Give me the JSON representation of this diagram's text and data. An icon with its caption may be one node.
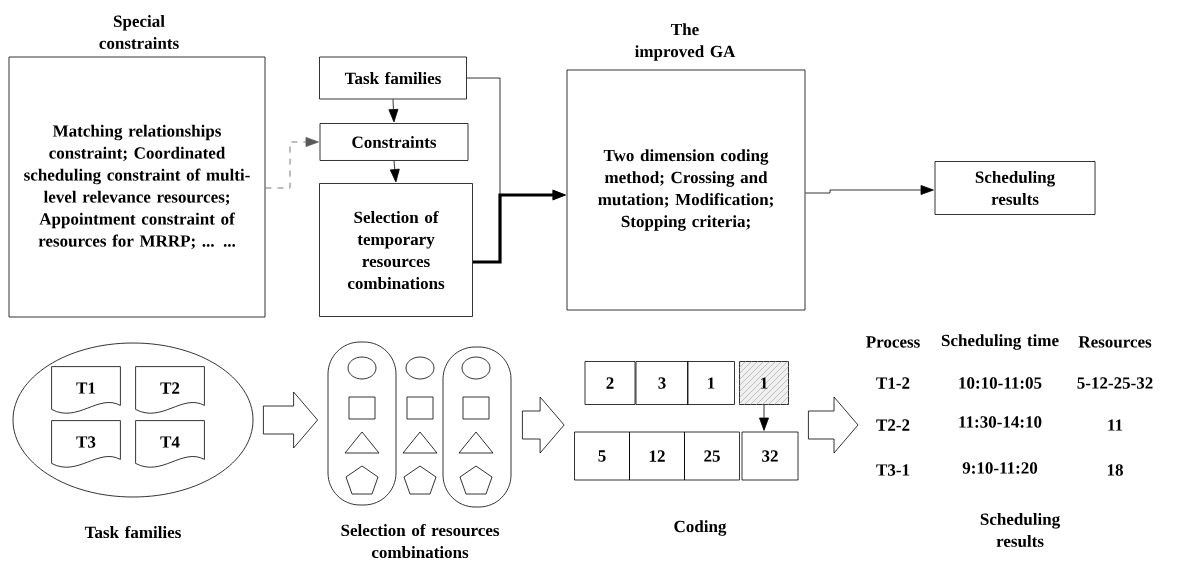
{
  "diagram": {
    "nodes": [
      {
        "text": [
          "Special constraints",
          "Matching relationships constraint; Coordinated scheduling constraint of multi-level relevance resources; Appointment constraint of resources for MRRP; ... ..."
        ]
      },
      {
        "text": [
          "Task families"
        ]
      },
      {
        "text": [
          "Constraints"
        ]
      },
      {
        "text": [
          "Selection of temporary resources combinations"
        ]
      },
      {
        "text": [
          "The improved GA",
          "Two dimension coding method; Crossing and mutation; Modification; Stopping criteria;"
        ]
      },
      {
        "text": [
          "Scheduling results"
        ]
      },
      {
        "text": [],
        "shape": "ellipse",
        "beside": [
          "Task families"
        ]
      },
      {
        "text": [
          "T1"
        ],
        "in": 6
      },
      {
        "text": [
          "T2"
        ],
        "in": 6
      },
      {
        "text": [
          "T3"
        ],
        "in": 6
      },
      {
        "text": [
          "T4"
        ],
        "in": 6
      },
      {
        "text": [],
        "shape": "picture",
        "beside": [
          "Selection of resources combinations"
        ]
      },
      {
        "text": [
          "2"
        ]
      },
      {
        "text": [
          "3"
        ]
      },
      {
        "text": [
          "1"
        ]
      },
      {
        "text": [
          "1"
        ]
      },
      {
        "text": [
          "5"
        ]
      },
      {
        "text": [
          "12"
        ]
      },
      {
        "text": [
          "25"
        ]
      },
      {
        "text": [
          "32"
        ]
      }
    ],
    "edges": [
      {
        "from": 0,
        "to": 2,
        "arrow": "to",
        "style": "dashed"
      },
      {
        "from": 1,
        "to": 2,
        "arrow": "to"
      },
      {
        "from": 2,
        "to": 3,
        "arrow": "to"
      },
      {
        "from": 1,
        "to": 4,
        "arrow": "to"
      },
      {
        "from": 3,
        "to": 4,
        "arrow": "to",
        "style": "thick"
      },
      {
        "from": 4,
        "to": 5,
        "arrow": "to"
      },
      {
        "from": 6,
        "to": 11,
        "arrow": "to"
      },
      {
        "from": 11,
        "to": 16,
        "arrow": "to"
      },
      {
        "from": 15,
        "to": 19,
        "arrow": "to"
      },
      {
        "from": 19,
        "to": null,
        "arrow": "to"
      }
    ],
    "labels": [
      "Process",
      "Scheduling time",
      "Resources",
      "T1-2",
      "10:10-11:05",
      "5-12-25-32",
      "T2-2",
      "11:30-14:10",
      "11",
      "T3-1",
      "9:10-11:20",
      "18",
      "Coding",
      "Scheduling results"
    ]
  }
}
